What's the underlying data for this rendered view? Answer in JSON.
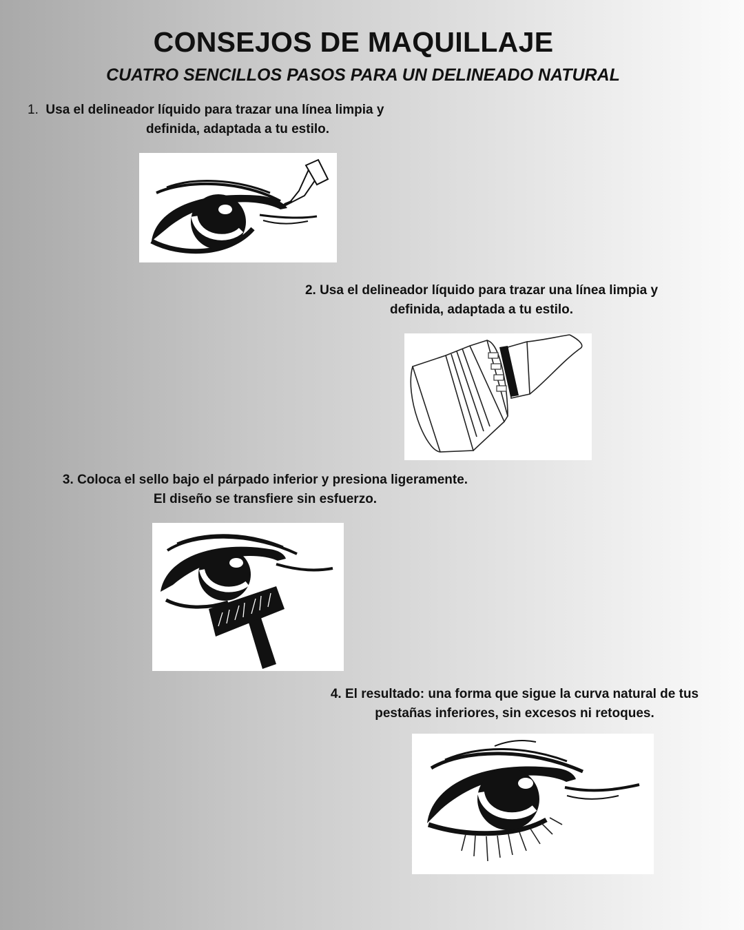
{
  "header": {
    "title": "CONSEJOS DE MAQUILLAJE",
    "subtitle": "CUATRO SENCILLOS PASOS PARA UN DELINEADO NATURAL"
  },
  "steps": [
    {
      "number": "1.",
      "line1": "Usa el delineador líquido para trazar una línea limpia y",
      "line2": "definida, adaptada a tu estilo.",
      "illustration": "eye-with-liquid-liner-icon"
    },
    {
      "number": "2.",
      "line1": "Usa el delineador líquido para trazar una línea limpia y",
      "line2": "definida, adaptada a tu estilo.",
      "illustration": "lash-stamp-icon"
    },
    {
      "number": "3.",
      "line1": "Coloca el sello bajo el párpado inferior y presiona ligeramente.",
      "line2": "El diseño se transfiere sin esfuerzo.",
      "illustration": "eye-with-stamp-icon"
    },
    {
      "number": "4.",
      "line1": "El resultado: una forma que sigue la curva natural de tus",
      "line2": "pestañas inferiores, sin excesos ni retoques.",
      "illustration": "finished-eye-icon"
    }
  ],
  "colors": {
    "background_left": "#a9a9a9",
    "background_right": "#fbfbfb",
    "text": "#111111",
    "ink": "#111111"
  }
}
